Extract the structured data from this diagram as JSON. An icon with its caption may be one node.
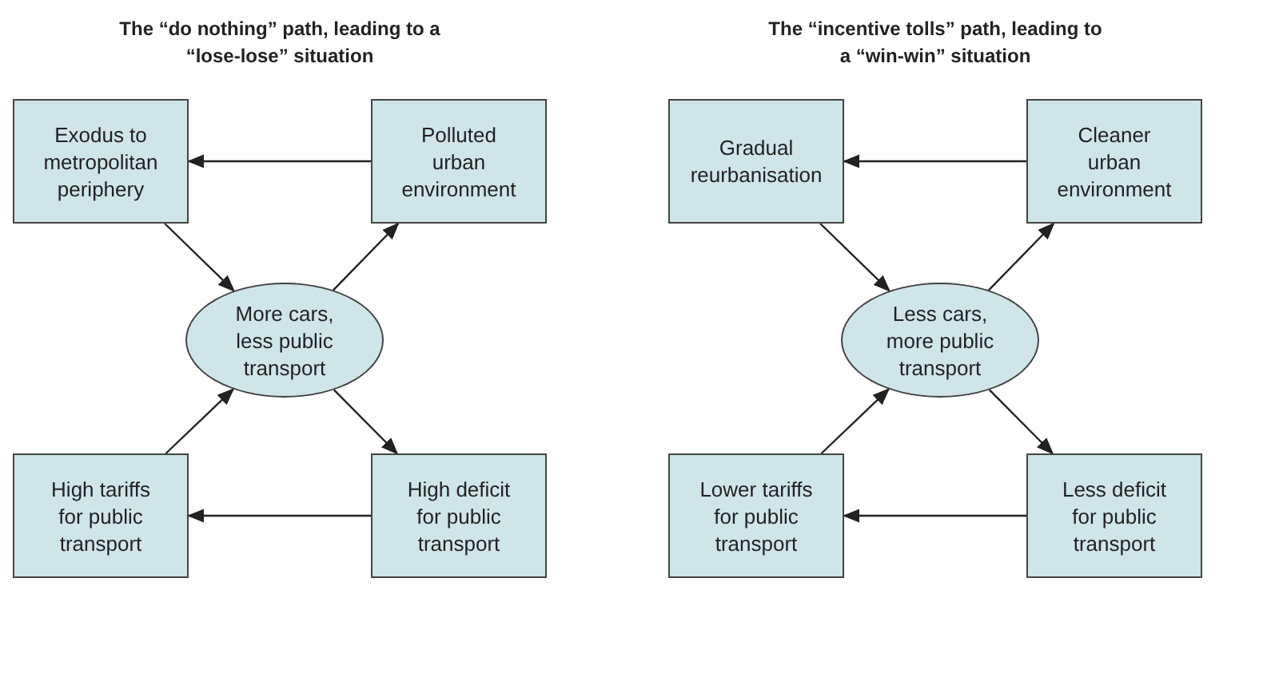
{
  "diagram": {
    "nodes": [
      {
        "text": [
          "Exodus to metropolitan periphery"
        ]
      },
      {
        "text": [
          "Polluted urban environment"
        ]
      },
      {
        "text": [
          "More cars, less public transport"
        ]
      },
      {
        "text": [
          "High tariffs for public transport"
        ]
      },
      {
        "text": [
          "High deficit for public transport"
        ]
      },
      {
        "text": [
          "Gradual reurbanisation"
        ]
      },
      {
        "text": [
          "Cleaner urban environment"
        ]
      },
      {
        "text": [
          "Less cars, more public transport"
        ]
      },
      {
        "text": [
          "Lower tariffs for public transport"
        ]
      },
      {
        "text": [
          "Less deficit for public transport"
        ]
      }
    ],
    "edges": [
      {
        "from": 1,
        "to": 0,
        "arrow": "to"
      },
      {
        "from": 0,
        "to": 2,
        "arrow": "to"
      },
      {
        "from": 2,
        "to": 1,
        "arrow": "to"
      },
      {
        "from": 2,
        "to": 4,
        "arrow": "to"
      },
      {
        "from": 4,
        "to": 3,
        "arrow": "to"
      },
      {
        "from": 3,
        "to": 2,
        "arrow": "to"
      },
      {
        "from": 6,
        "to": 5,
        "arrow": "to"
      },
      {
        "from": 5,
        "to": 7,
        "arrow": "to"
      },
      {
        "from": 7,
        "to": 6,
        "arrow": "to"
      },
      {
        "from": 7,
        "to": 9,
        "arrow": "to"
      },
      {
        "from": 9,
        "to": 8,
        "arrow": "to"
      },
      {
        "from": 8,
        "to": 7,
        "arrow": "to"
      }
    ],
    "labels": [
      "The “do nothing” path, leading to a “lose-lose” situation",
      "The “incentive tolls” path, leading to a “win-win” situation"
    ]
  }
}
